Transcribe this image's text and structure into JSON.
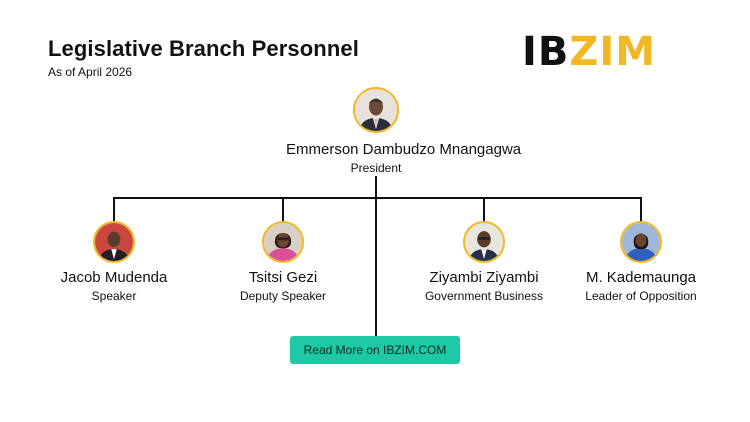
{
  "header": {
    "title": "Legislative Branch Personnel",
    "subtitle": "As of April 2026"
  },
  "logo": {
    "part1": "IB",
    "part2": "ZIM",
    "colors": {
      "dark": "#111111",
      "accent": "#f2b824"
    }
  },
  "org": {
    "head": {
      "name": "Emmerson Dambudzo Mnangagwa",
      "role": "President"
    },
    "members": [
      {
        "name": "Jacob Mudenda",
        "role": "Speaker"
      },
      {
        "name": "Tsitsi Gezi",
        "role": "Deputy Speaker"
      },
      {
        "name": "Ziyambi Ziyambi",
        "role": "Government Business"
      },
      {
        "name": "M. Kademaunga",
        "role": "Leader of Opposition"
      }
    ]
  },
  "cta": {
    "label": "Read More on IBZIM.COM",
    "color": "#1dc9a4"
  }
}
